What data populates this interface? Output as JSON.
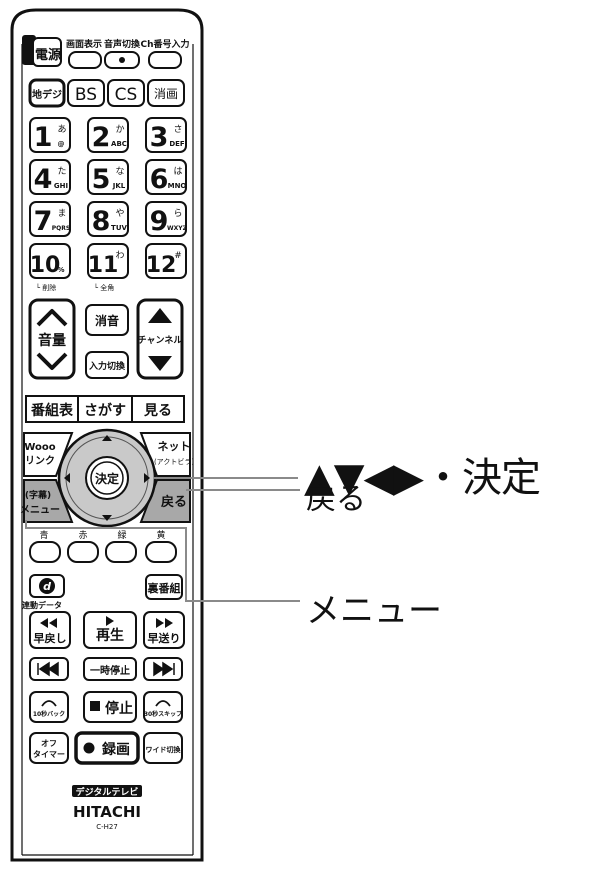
{
  "remote": {
    "power": "電源",
    "top_labels": [
      "画面表示",
      "音声切換",
      "Ch番号入力"
    ],
    "broadcast": [
      "地デジ",
      "BS",
      "CS",
      "消画"
    ],
    "numbers": [
      {
        "num": "1",
        "kana": "あ",
        "sub": "@"
      },
      {
        "num": "2",
        "kana": "か",
        "sub": "ABC"
      },
      {
        "num": "3",
        "kana": "さ",
        "sub": "DEF"
      },
      {
        "num": "4",
        "kana": "た",
        "sub": "GHI"
      },
      {
        "num": "5",
        "kana": "な",
        "sub": "JKL"
      },
      {
        "num": "6",
        "kana": "は",
        "sub": "MNO"
      },
      {
        "num": "7",
        "kana": "ま",
        "sub": "PQRS"
      },
      {
        "num": "8",
        "kana": "や",
        "sub": "TUV"
      },
      {
        "num": "9",
        "kana": "ら",
        "sub": "WXYZ"
      },
      {
        "num": "10",
        "kana": "",
        "sub": "%"
      },
      {
        "num": "11",
        "kana": "わ",
        "sub": ""
      },
      {
        "num": "12",
        "kana": "#",
        "sub": ""
      }
    ],
    "small_under": [
      "└ 削除",
      "└ 全角"
    ],
    "mute": "消音",
    "volume": "音量",
    "channel": "チャンネル",
    "input_switch": "入力切換",
    "row_guide": [
      "番組表",
      "さがす",
      "見る"
    ],
    "wooo_link": [
      "Wooo",
      "リンク"
    ],
    "net": [
      "ネット",
      "(アクトビラ)"
    ],
    "enter": "決定",
    "menu_key": [
      "(字幕)",
      "メニュー"
    ],
    "back": "戻る",
    "colors": [
      "青",
      "赤",
      "緑",
      "黄"
    ],
    "color_hex": [
      "#2a62c9",
      "#d63a2f",
      "#2c9a48",
      "#e2c12b"
    ],
    "d_button": "d",
    "data_link": "連動データ",
    "ura_bangumi": "裏番組",
    "rewind": "早戻し",
    "play": "再生",
    "fast_forward": "早送り",
    "pause": "一時停止",
    "skip_back": "10秒バック",
    "stop": "停止",
    "skip_fwd": "30秒スキップ",
    "off_timer": [
      "オフ",
      "タイマー"
    ],
    "record": "録画",
    "wide": "ワイド切換",
    "digital_tv": "デジタルテレビ",
    "brand": "HITACHI",
    "model": "C-H27"
  },
  "callouts": {
    "nav_enter": "▲▼◀▶・決定",
    "back": "戻る",
    "menu": "メニュー"
  }
}
